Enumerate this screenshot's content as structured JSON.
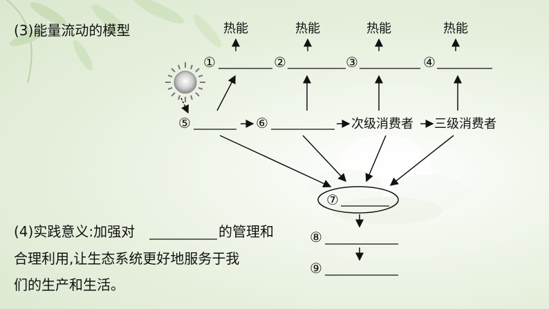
{
  "heading": "(3)能量流动的模型",
  "heat_labels": [
    "热能",
    "热能",
    "热能",
    "热能"
  ],
  "top_blanks": [
    "①",
    "②",
    "③",
    "④"
  ],
  "row": {
    "b5": "⑤",
    "b6": "⑥",
    "secondary": "次级消费者",
    "tertiary": "三级消费者"
  },
  "b7": "⑦",
  "b8": "⑧",
  "b9": "⑨",
  "significance": {
    "line1_a": "(4)实践意义:加强对",
    "line1_b": "的管理和",
    "line2": "合理利用,让生态系统更好地服务于我",
    "line3": "们的生产和生活。"
  }
}
